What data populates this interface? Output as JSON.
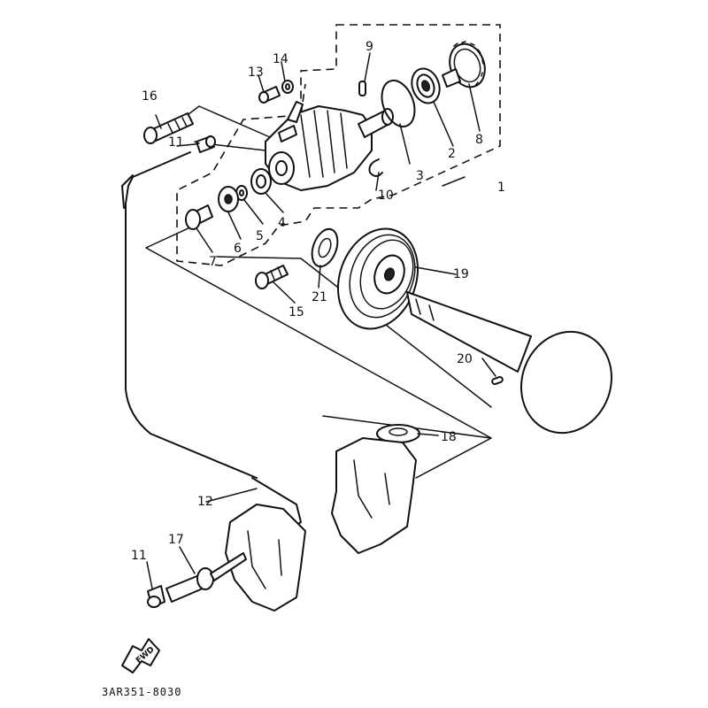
{
  "diagram": {
    "labels": {
      "p1": "1",
      "p2": "2",
      "p3": "3",
      "p4": "4",
      "p5": "5",
      "p6": "6",
      "p7": "7",
      "p8": "8",
      "p9": "9",
      "p10": "10",
      "p11a": "11",
      "p11b": "11",
      "p12": "12",
      "p13": "13",
      "p14": "14",
      "p15": "15",
      "p16": "16",
      "p17": "17",
      "p18": "18",
      "p19": "19",
      "p20": "20",
      "p21": "21"
    },
    "direction_arrow": "FWD",
    "drawing_code": "3AR351-8030"
  }
}
